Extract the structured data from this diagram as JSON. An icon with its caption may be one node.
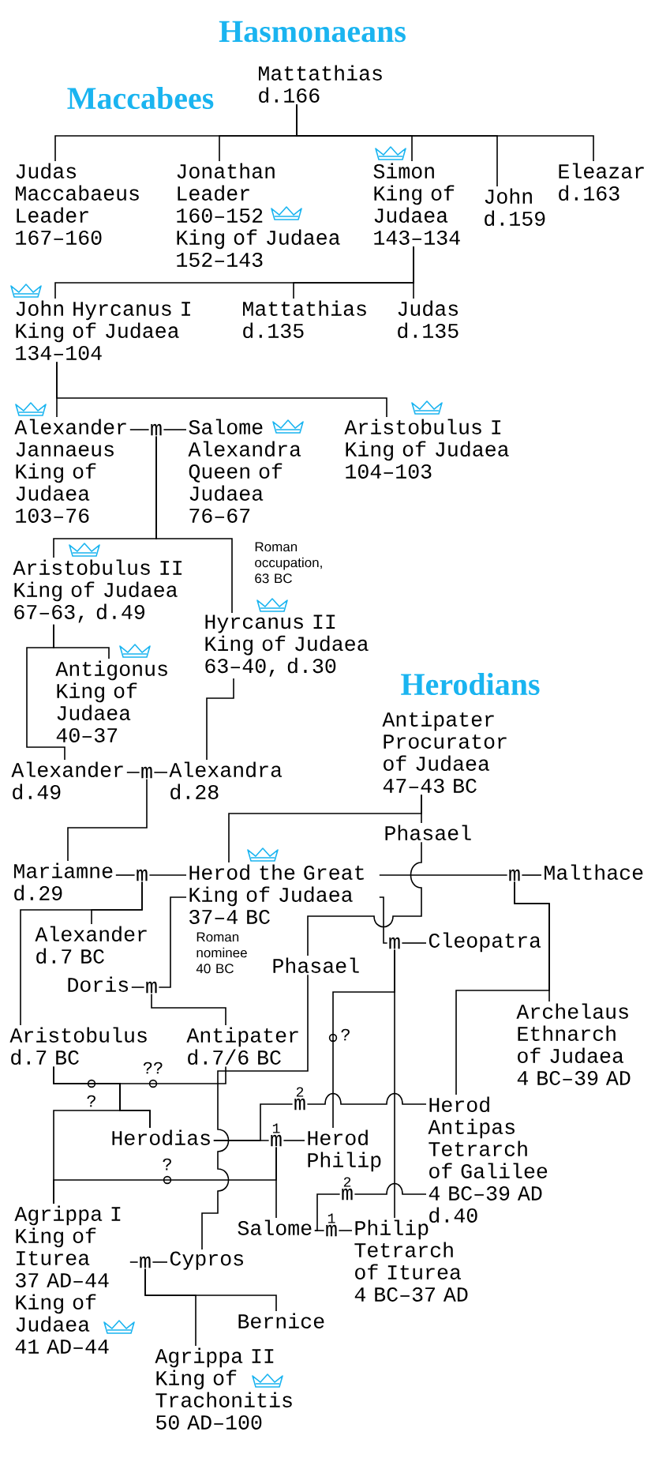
{
  "diagram": {
    "title": "Hasmonaeans",
    "nodes": [
      {
        "text": [
          "Mattathias d.166"
        ]
      },
      {
        "text": [
          "Judas Maccabaeus Leader 167–160"
        ]
      },
      {
        "text": [
          "Jonathan Leader 160–152",
          "King of Judaea 152–143"
        ]
      },
      {
        "text": [
          "Simon King of Judaea 143–134"
        ]
      },
      {
        "text": [
          "John d.159"
        ]
      },
      {
        "text": [
          "Eleazar d.163"
        ]
      },
      {
        "text": [
          "John Hyrcanus I King of Judaea 134–104"
        ]
      },
      {
        "text": [
          "Mattathias d.135"
        ]
      },
      {
        "text": [
          "Judas d.135"
        ]
      },
      {
        "text": [
          "Alexander Jannaeus King of Judaea 103–76"
        ]
      },
      {
        "text": [
          "m"
        ]
      },
      {
        "text": [
          "Salome Alexandra Queen of Judaea 76–67"
        ]
      },
      {
        "text": [
          "Aristobulus I King of Judaea 104–103"
        ]
      },
      {
        "text": [
          "Aristobulus II King of Judaea 67–63, d.49"
        ]
      },
      {
        "text": [
          "Hyrcanus II King of Judaea 63–40, d.30"
        ]
      },
      {
        "text": [
          "Antigonus King of Judaea 40–37"
        ]
      },
      {
        "text": [
          "Alexander d.49"
        ]
      },
      {
        "text": [
          "m"
        ]
      },
      {
        "text": [
          "Alexandra d.28"
        ]
      },
      {
        "text": [
          "Antipater Procurator of Judaea 47–43 BC"
        ]
      },
      {
        "text": [
          "Phasael"
        ]
      },
      {
        "text": [
          "Mariamne d.29"
        ]
      },
      {
        "text": [
          "m"
        ]
      },
      {
        "text": [
          "Herod the Great King of Judaea 37–4 BC"
        ]
      },
      {
        "text": [
          "m"
        ]
      },
      {
        "text": [
          "Malthace"
        ]
      },
      {
        "text": [
          "m"
        ]
      },
      {
        "text": [
          "Cleopatra"
        ]
      },
      {
        "text": [
          "Alexander d.7 BC"
        ]
      },
      {
        "text": [
          "Doris"
        ]
      },
      {
        "text": [
          "m"
        ]
      },
      {
        "text": [
          "Phasael"
        ]
      },
      {
        "text": [
          "Archelaus Ethnarch of Judaea 4 BC–39 AD"
        ]
      },
      {
        "text": [
          "Aristobulus d.7 BC"
        ]
      },
      {
        "text": [
          "Antipater d.7/6 BC"
        ]
      },
      {
        "text": [
          "m"
        ],
        "beside": [
          "2"
        ]
      },
      {
        "text": [
          "Herod Antipas Tetrarch of Galilee 4 BC–39 AD d.40"
        ]
      },
      {
        "text": [
          "Herodias"
        ]
      },
      {
        "text": [
          "m"
        ],
        "beside": [
          "1"
        ]
      },
      {
        "text": [
          "Herod Philip"
        ]
      },
      {
        "text": [
          "m"
        ],
        "beside": [
          "2"
        ]
      },
      {
        "text": [
          "Agrippa I",
          "King of Iturea",
          "37 AD–44",
          "King of Judaea",
          "41 AD–44"
        ]
      },
      {
        "text": [
          "Salome"
        ]
      },
      {
        "text": [
          "m"
        ],
        "beside": [
          "1"
        ]
      },
      {
        "text": [
          "Philip Tetrarch of Iturea 4 BC–37 AD"
        ]
      },
      {
        "text": [
          "m"
        ]
      },
      {
        "text": [
          "Cypros"
        ]
      },
      {
        "text": [
          "Bernice"
        ]
      },
      {
        "text": [
          "Agrippa II",
          "King of Trachonitis",
          "50 AD–100"
        ]
      }
    ],
    "edges": [
      {
        "from": 0,
        "to": 1,
        "arrow": "none"
      },
      {
        "from": 0,
        "to": 2,
        "arrow": "none"
      },
      {
        "from": 0,
        "to": 3,
        "arrow": "none"
      },
      {
        "from": 0,
        "to": 4,
        "arrow": "none"
      },
      {
        "from": 0,
        "to": 5,
        "arrow": "none"
      },
      {
        "from": 3,
        "to": 6,
        "arrow": "none"
      },
      {
        "from": 3,
        "to": 7,
        "arrow": "none"
      },
      {
        "from": 3,
        "to": 8,
        "arrow": "none"
      },
      {
        "from": 6,
        "to": 9,
        "arrow": "none"
      },
      {
        "from": 6,
        "to": 12,
        "arrow": "none"
      },
      {
        "from": 9,
        "to": 10,
        "arrow": "none"
      },
      {
        "from": 10,
        "to": 11,
        "arrow": "none"
      },
      {
        "from": 10,
        "to": 13,
        "arrow": "none"
      },
      {
        "from": 10,
        "to": 14,
        "arrow": "none"
      },
      {
        "from": 13,
        "to": 15,
        "arrow": "none"
      },
      {
        "from": 13,
        "to": 16,
        "arrow": "none"
      },
      {
        "from": 16,
        "to": 17,
        "arrow": "none"
      },
      {
        "from": 17,
        "to": 18,
        "arrow": "none"
      },
      {
        "from": 14,
        "to": 18,
        "arrow": "none"
      },
      {
        "from": 17,
        "to": 21,
        "arrow": "none"
      },
      {
        "from": 19,
        "to": 23,
        "arrow": "none"
      },
      {
        "from": 19,
        "to": 20,
        "arrow": "none"
      },
      {
        "from": 21,
        "to": 22,
        "arrow": "none"
      },
      {
        "from": 22,
        "to": 23,
        "arrow": "none"
      },
      {
        "from": 23,
        "to": 24,
        "arrow": "none"
      },
      {
        "from": 24,
        "to": 25,
        "arrow": "none"
      },
      {
        "from": 23,
        "to": 26,
        "arrow": "none"
      },
      {
        "from": 26,
        "to": 27,
        "arrow": "none"
      },
      {
        "from": 22,
        "to": 28,
        "arrow": "none"
      },
      {
        "from": 22,
        "to": 33,
        "arrow": "none"
      },
      {
        "from": 29,
        "to": 30,
        "arrow": "none"
      },
      {
        "from": 23,
        "to": 30,
        "arrow": "none"
      },
      {
        "from": 30,
        "to": 34,
        "arrow": "none"
      },
      {
        "from": 20,
        "to": 31,
        "arrow": "none"
      },
      {
        "from": 31,
        "to": 46,
        "arrow": "none"
      },
      {
        "from": 24,
        "to": 36,
        "arrow": "none"
      },
      {
        "from": 24,
        "to": 32,
        "arrow": "none"
      },
      {
        "from": 26,
        "to": 44,
        "arrow": "none"
      },
      {
        "from": 26,
        "to": 39,
        "arrow": "none",
        "label": "?"
      },
      {
        "from": 33,
        "to": 37,
        "arrow": "none",
        "label": "?"
      },
      {
        "from": 34,
        "to": 37,
        "arrow": "none",
        "label": "??"
      },
      {
        "from": 33,
        "to": 41,
        "arrow": "none"
      },
      {
        "from": 37,
        "to": 38,
        "arrow": "none"
      },
      {
        "from": 38,
        "to": 39,
        "arrow": "none"
      },
      {
        "from": 37,
        "to": 35,
        "arrow": "none"
      },
      {
        "from": 35,
        "to": 36,
        "arrow": "none"
      },
      {
        "from": 38,
        "to": 42,
        "arrow": "none"
      },
      {
        "from": 38,
        "to": 41,
        "arrow": "none",
        "label": "?"
      },
      {
        "from": 42,
        "to": 43,
        "arrow": "none"
      },
      {
        "from": 43,
        "to": 44,
        "arrow": "none"
      },
      {
        "from": 42,
        "to": 40,
        "arrow": "none"
      },
      {
        "from": 40,
        "to": 36,
        "arrow": "none"
      },
      {
        "from": 41,
        "to": 45,
        "arrow": "none"
      },
      {
        "from": 45,
        "to": 46,
        "arrow": "none"
      },
      {
        "from": 45,
        "to": 48,
        "arrow": "none"
      },
      {
        "from": 45,
        "to": 47,
        "arrow": "none"
      }
    ],
    "labels": [
      "Maccabees",
      "Roman occupation, 63 BC",
      "Herodians",
      "Roman nominee 40 BC"
    ]
  }
}
